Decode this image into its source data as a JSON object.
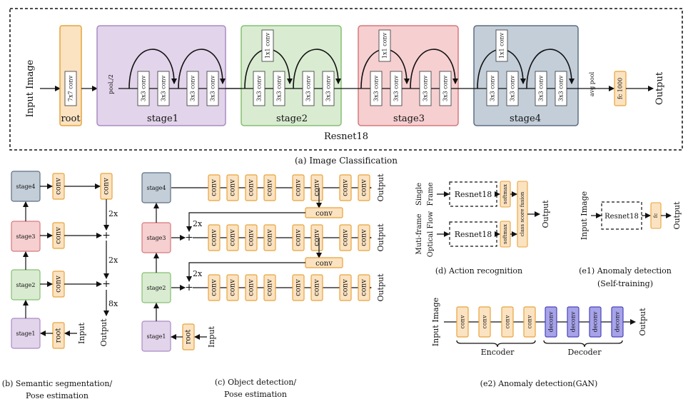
{
  "colors": {
    "root": "#fbe3c2",
    "root_stroke": "#e8a33a",
    "stage1": "#e2d4ea",
    "stage1_stroke": "#a98bc4",
    "stage2": "#d9ecd1",
    "stage2_stroke": "#86bf72",
    "stage3": "#f6cfd0",
    "stage3_stroke": "#d6797c",
    "stage4": "#c3ced9",
    "stage4_stroke": "#5d6e80",
    "conv": "#fbe3c2",
    "conv_stroke": "#e8a33a",
    "deconv": "#a7a3ea",
    "deconv_stroke": "#4a44b8"
  },
  "a": {
    "input": "Input Image",
    "root_conv": "7x7 conv",
    "root_label": "root",
    "pool": "pool,/2",
    "conv3": "3x3 conv",
    "conv1": "1x1 conv",
    "stage1": "stage1",
    "stage2": "stage2",
    "stage3": "stage3",
    "stage4": "stage4",
    "avg_pool": "avg pool",
    "fc": "fc 1000",
    "output": "Output",
    "resnet": "Resnet18",
    "caption": "(a) Image Classification"
  },
  "b": {
    "stage1": "stage1",
    "stage2": "stage2",
    "stage3": "stage3",
    "stage4": "stage4",
    "conv": "conv",
    "root": "root",
    "input": "Input",
    "output": "Output",
    "plus": "+",
    "x2": "2x",
    "x8": "8x",
    "caption1": "(b) Semantic segmentation/",
    "caption2": "Pose estimation"
  },
  "c": {
    "stage1": "stage1",
    "stage2": "stage2",
    "stage3": "stage3",
    "stage4": "stage4",
    "conv": "conv",
    "root": "root",
    "input": "Input",
    "output": "Output",
    "plus": "+",
    "x2": "2x",
    "caption1": "(c) Object detection/",
    "caption2": "Pose estimation"
  },
  "d": {
    "single": "Single",
    "frame": "Frame",
    "mutiframe": "Muti-frame",
    "optical": "Optical Flow",
    "resnet": "Resnet18",
    "softmax": "softmax",
    "fusion": "class score fusion",
    "output": "Output",
    "caption": "(d) Action recognition"
  },
  "e1": {
    "input": "Input Image",
    "resnet": "Resnet18",
    "fc": "fc",
    "output": "Output",
    "caption1": "(e1) Anomaly detection",
    "caption2": "(Self-training)"
  },
  "e2": {
    "input": "Input Image",
    "conv": "conv",
    "deconv": "deconv",
    "output": "Output",
    "encoder": "Encoder",
    "decoder": "Decoder",
    "caption": "(e2) Anomaly detection(GAN)"
  }
}
